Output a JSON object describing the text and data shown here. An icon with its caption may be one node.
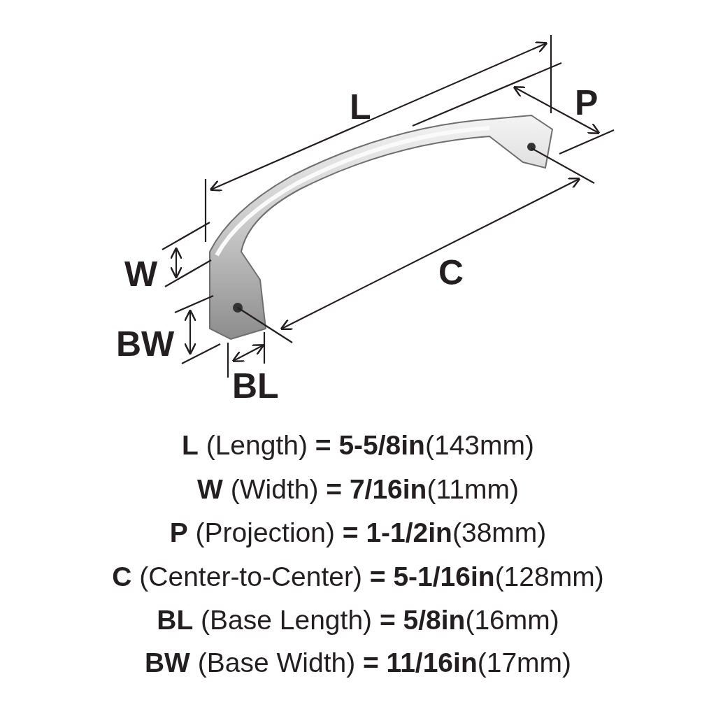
{
  "diagram": {
    "labels": [
      "L",
      "P",
      "W",
      "C",
      "BW",
      "BL",
      "**L** (Length) **= 5-5/8in**(143mm)",
      "**W** (Width) **= 7/16in**(11mm)",
      "**P** (Projection) **= 1-1/2in**(38mm)",
      "**C** (Center-to-Center) **= 5-1/16in**(128mm)",
      "**BL** (Base Length) **= 5/8in**(16mm)",
      "**BW** (Base Width) **= 11/16in**(17mm)"
    ]
  }
}
